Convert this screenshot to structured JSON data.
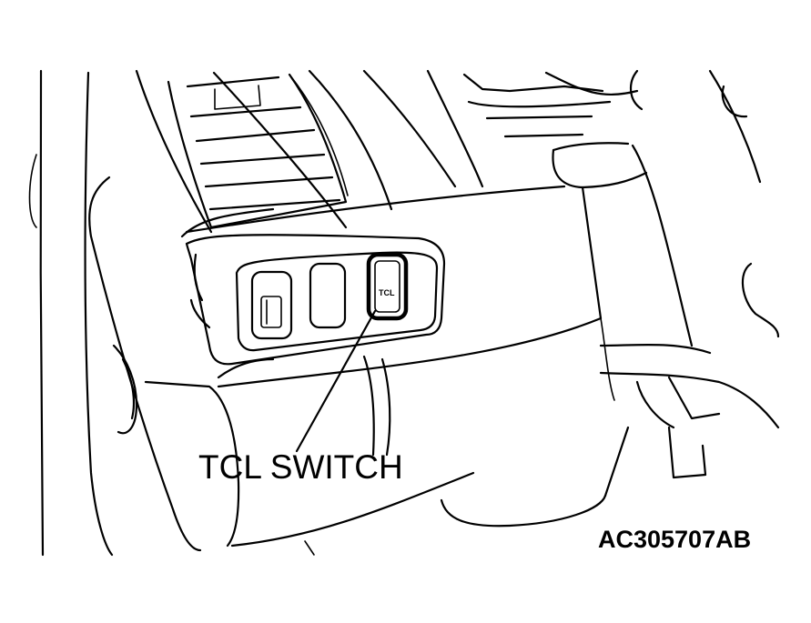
{
  "figure": {
    "callout_label": "TCL SWITCH",
    "switch_face_label": "TCL",
    "figure_code": "AC305707AB"
  },
  "colors": {
    "ink": "#000000",
    "paper": "#ffffff"
  }
}
